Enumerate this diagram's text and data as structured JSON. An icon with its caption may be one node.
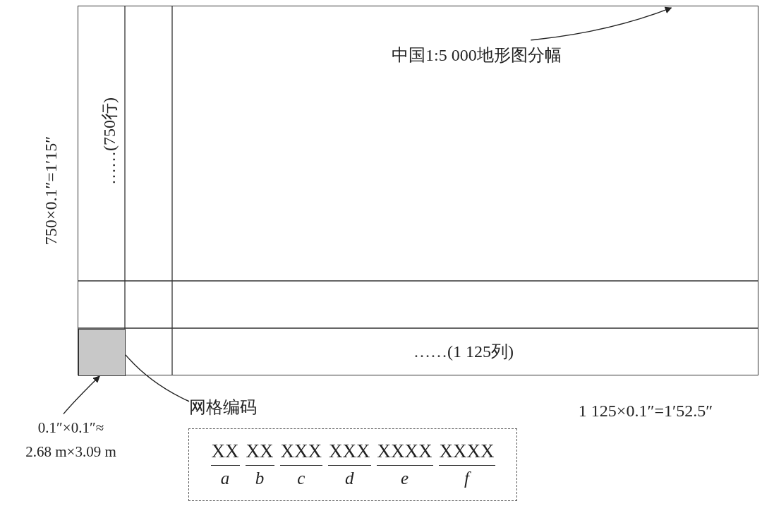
{
  "diagram": {
    "nodes": [
      {
        "text": [
          "中国1:5 000地形图分幅"
        ],
        "in": 1
      },
      {
        "text": [],
        "shape": "box"
      },
      {
        "text": [],
        "shape": "box",
        "in": 1
      },
      {
        "text": [
          "网格编码"
        ]
      },
      {
        "text": [
          "0.1″×0.1″≈ 2.68 m×3.09 m"
        ]
      },
      {
        "text": [
          "XX",
          "a",
          "XX",
          "b",
          "XXX",
          "c",
          "XXX",
          "d",
          "XXXX",
          "e",
          "XXXX",
          "f"
        ]
      }
    ],
    "edges": [
      {
        "from": 0,
        "to": 1,
        "arrow": "to"
      },
      {
        "from": 3,
        "to": 2,
        "arrow": "none"
      },
      {
        "from": 4,
        "to": 2,
        "arrow": "to"
      }
    ],
    "labels": [
      "……(750行)",
      "750×0.1″=1′15″",
      "……(1 125列)",
      "1 125×0.1″=1′52.5″"
    ]
  }
}
